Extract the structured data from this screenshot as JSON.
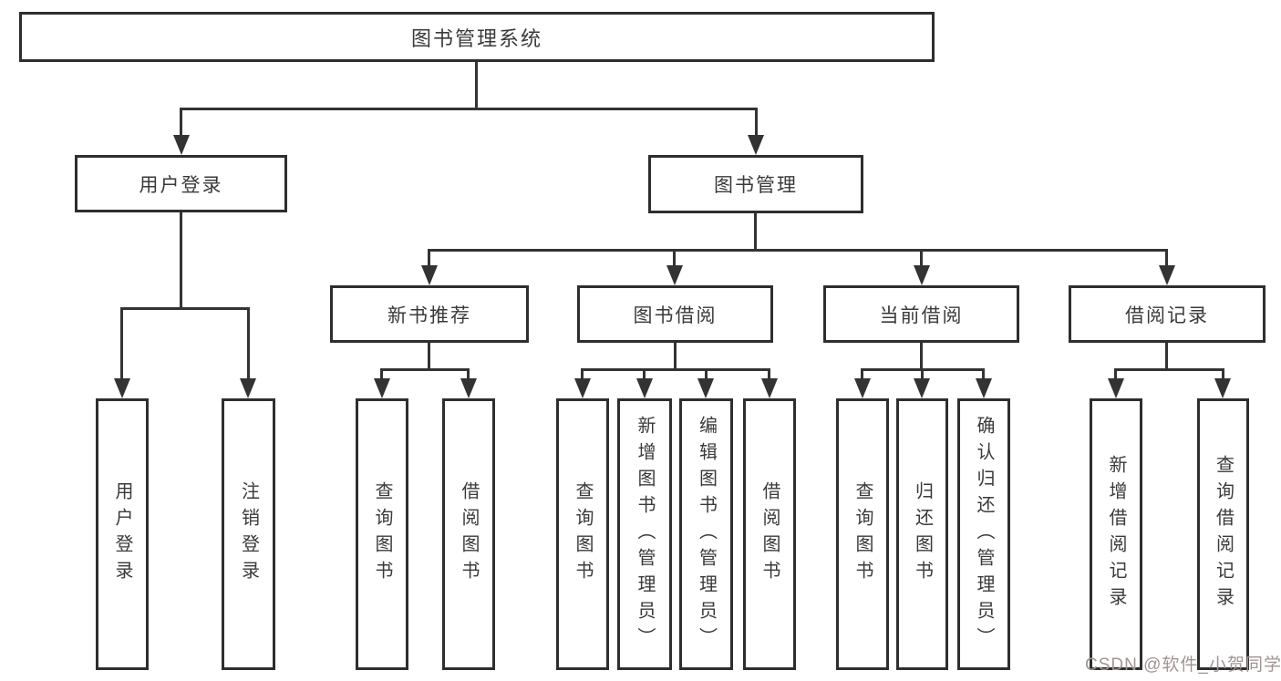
{
  "diagram": {
    "title_node": "图书管理系统",
    "level2": [
      {
        "label": "用户登录"
      },
      {
        "label": "图书管理"
      }
    ],
    "level3": [
      {
        "label": "新书推荐"
      },
      {
        "label": "图书借阅"
      },
      {
        "label": "当前借阅"
      },
      {
        "label": "借阅记录"
      }
    ],
    "leaves": {
      "user_login": [
        {
          "label": "用户登录"
        },
        {
          "label": "注销登录"
        }
      ],
      "new_book_recommend": [
        {
          "label": "查询图书"
        },
        {
          "label": "借阅图书"
        }
      ],
      "book_borrow": [
        {
          "label": "查询图书"
        },
        {
          "label": "新增图书（管理员）"
        },
        {
          "label": "编辑图书（管理员）"
        },
        {
          "label": "借阅图书"
        }
      ],
      "current_borrow": [
        {
          "label": "查询图书"
        },
        {
          "label": "归还图书"
        },
        {
          "label": "确认归还（管理员）"
        }
      ],
      "borrow_records": [
        {
          "label": "新增借阅记录"
        },
        {
          "label": "查询借阅记录"
        }
      ]
    }
  },
  "watermark": {
    "text": "CSDN @软件_小贺同学"
  },
  "colors": {
    "line": "#333333",
    "box_border": "#2e2e2e",
    "text": "#3a3a3a",
    "watermark": "#a29494",
    "background": "#ffffff"
  }
}
